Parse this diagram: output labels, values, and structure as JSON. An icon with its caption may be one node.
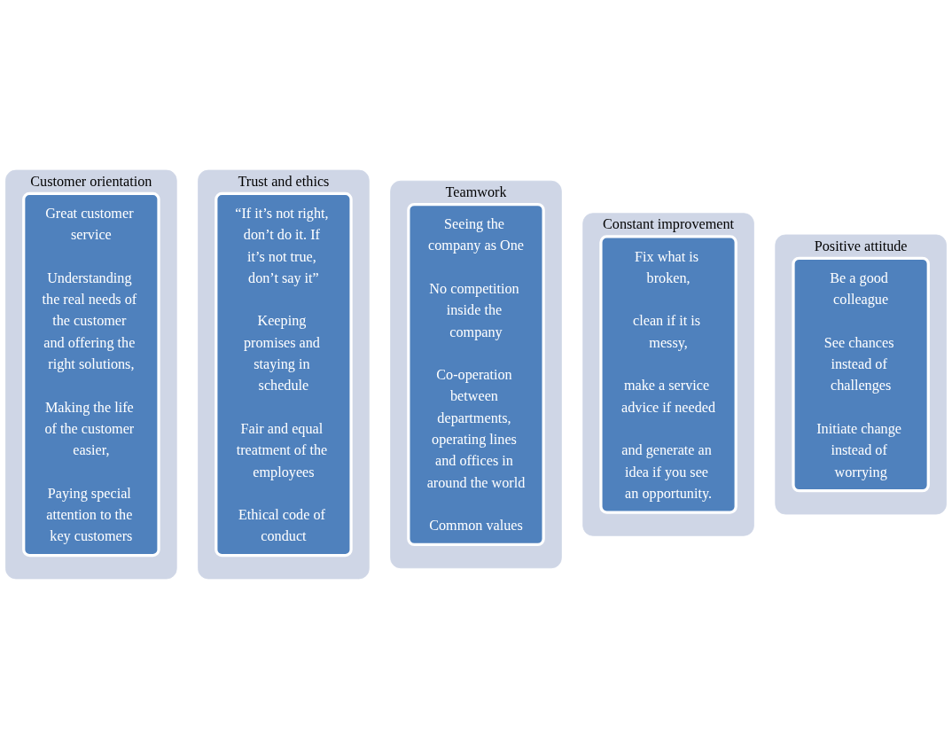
{
  "diagram": {
    "nodes": [
      {
        "text": [
          "Customer orientation"
        ]
      },
      {
        "text": [
          "Great customer service",
          "Understanding the real needs of the customer and offering the right solutions,",
          "Making the life of the customer easier,",
          "Paying special attention to the key customers"
        ],
        "in": 0
      },
      {
        "text": [
          "Trust and ethics"
        ]
      },
      {
        "text": [
          "“If it’s not right, don’t do it. If it’s not true, don’t say it”",
          "Keeping promises and staying in schedule",
          "Fair and equal treatment of the employees",
          "Ethical code of conduct"
        ],
        "in": 2
      },
      {
        "text": [
          "Teamwork"
        ]
      },
      {
        "text": [
          "Seeing the company as One",
          "No competition inside the company",
          "Co-operation between departments, operating lines and offices in around the world",
          "Common values"
        ],
        "in": 4
      },
      {
        "text": [
          "Constant improvement"
        ]
      },
      {
        "text": [
          "Fix what is broken,",
          "clean if it is messy,",
          "make a service advice if needed",
          "and generate an idea if you see an opportunity."
        ],
        "in": 6
      },
      {
        "text": [
          "Positive attitude"
        ]
      },
      {
        "text": [
          "Be a good colleague",
          "See chances instead of challenges",
          "Initiate change instead of worrying"
        ],
        "in": 8
      }
    ],
    "edges": []
  }
}
